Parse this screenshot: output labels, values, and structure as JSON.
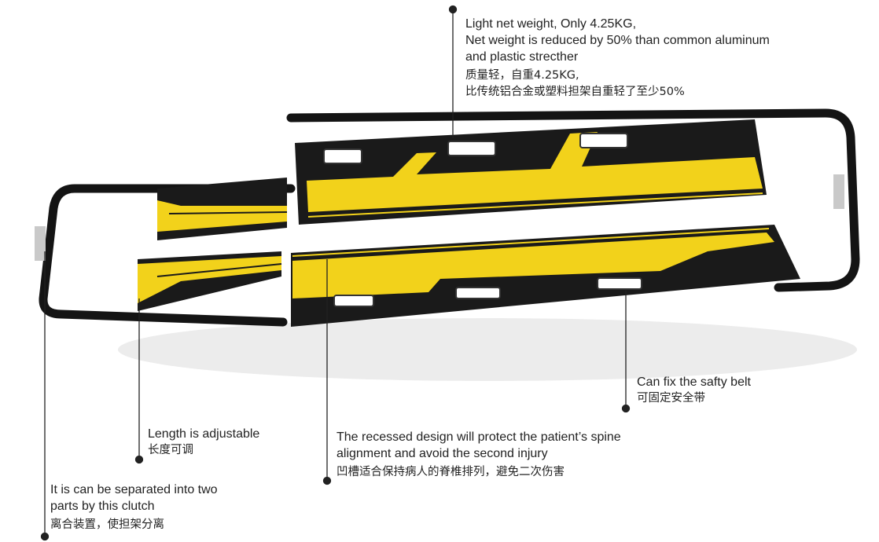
{
  "callouts": {
    "weight": {
      "en": [
        "Light net weight, Only 4.25KG,",
        "Net weight is reduced by 50% than common aluminum",
        "and plastic strecther"
      ],
      "zh": [
        "质量轻，自重4.25KG,",
        "比传统铝合金或塑料担架自重轻了至少50%"
      ]
    },
    "belt": {
      "en": [
        "Can fix the safty belt"
      ],
      "zh": [
        "可固定安全带"
      ]
    },
    "length": {
      "en": [
        "Length is adjustable"
      ],
      "zh": [
        "长度可调"
      ]
    },
    "recessed": {
      "en": [
        "The recessed design will protect the patient’s spine",
        "alignment and avoid the second injury"
      ],
      "zh": [
        "凹槽适合保持病人的脊椎排列，避免二次伤害"
      ]
    },
    "clutch": {
      "en": [
        "It is can be separated into two",
        "parts by this clutch"
      ],
      "zh": [
        "离合装置，使担架分离"
      ]
    }
  },
  "colors": {
    "frame": "#141414",
    "stripe": "#f2d21b",
    "text": "#222222",
    "tube_band": "#c9c9c9"
  }
}
